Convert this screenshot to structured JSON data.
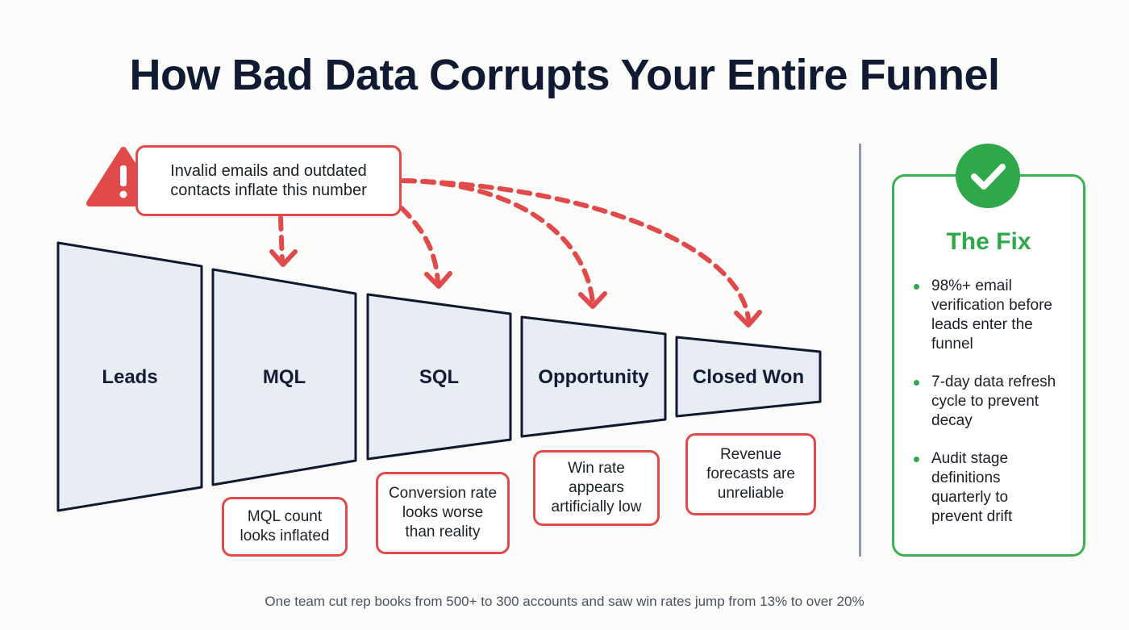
{
  "title": "How Bad Data Corrupts Your Entire Funnel",
  "warning": {
    "icon": "warning-triangle-icon",
    "callout_lines": [
      "Invalid emails and outdated",
      "contacts inflate this number"
    ]
  },
  "stages": [
    {
      "label": "Leads"
    },
    {
      "label": "MQL",
      "note_lines": [
        "MQL count",
        "looks inflated"
      ]
    },
    {
      "label": "SQL",
      "note_lines": [
        "Conversion rate",
        "looks worse",
        "than reality"
      ]
    },
    {
      "label": "Opportunity",
      "note_lines": [
        "Win rate",
        "appears",
        "artificially low"
      ]
    },
    {
      "label": "Closed Won",
      "note_lines": [
        "Revenue",
        "forecasts are",
        "unreliable"
      ]
    }
  ],
  "fix": {
    "icon": "checkmark-icon",
    "title": "The Fix",
    "items": [
      [
        "98%+ email",
        "verification before",
        "leads enter the",
        "funnel"
      ],
      [
        "7-day data refresh",
        "cycle to prevent",
        "decay"
      ],
      [
        "Audit stage",
        "definitions",
        "quarterly to",
        "prevent drift"
      ]
    ]
  },
  "footer": "One team cut rep books from 500+ to 300 accounts and saw win rates jump from 13% to over 20%",
  "colors": {
    "alert": "#e04a4a",
    "success": "#2fa84a",
    "stage_fill": "#e8ecf3",
    "stage_stroke": "#0f1a30",
    "title": "#101b33"
  }
}
